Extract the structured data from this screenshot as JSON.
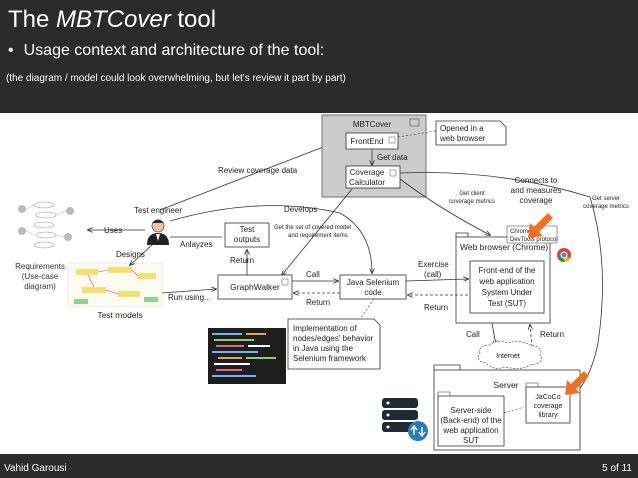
{
  "slide": {
    "title_prefix": "The ",
    "title_italic": "MBTCover",
    "title_suffix": " tool",
    "bullet": "Usage context and architecture of the tool:",
    "subtitle": "(the diagram / model could look overwhelming, but let's review it part by part)",
    "author": "Vahid Garousi",
    "page": "5 of 11"
  },
  "colors": {
    "slide_bg": "#2b2b2b",
    "arrow_orange": "#f07020",
    "mbtcover_fill": "#cccccc"
  },
  "diagram": {
    "mbtcover": "MBTCover",
    "frontend": "FrontEnd",
    "coverage_calc": [
      "Coverage",
      "Calculator"
    ],
    "get_data": "Get data",
    "opened_note": [
      "Opened in a",
      "web browser"
    ],
    "review_coverage": "Review coverage data",
    "test_engineer": "Test engineer",
    "develops": "Develops",
    "uses": "Uses",
    "designs": "Designs",
    "analyzes": "Anlayzes",
    "test_outputs": [
      "Test",
      "outputs"
    ],
    "get_covered": [
      "Get the set of covered model",
      "and requirement items"
    ],
    "requirements": [
      "Requirements",
      "(Use-case",
      "diagram)"
    ],
    "test_models": "Test models",
    "run_using": "Run using...",
    "graphwalker": "GraphWalker",
    "return": "Return",
    "call": "Call",
    "java_selenium": [
      "Java Selenium",
      "code"
    ],
    "exercise": [
      "Exercise",
      "(call)"
    ],
    "get_client": [
      "Get client",
      "coverage metrics"
    ],
    "connects": [
      "Connects to",
      "and measures",
      "coverage"
    ],
    "get_server": [
      "Get server",
      "coverage metrics"
    ],
    "chrome_devtools": [
      "Chrome's",
      "DevTools protocol"
    ],
    "web_browser": "Web browser (Chrome)",
    "frontend_app": [
      "Front-end of the",
      "web application",
      "System Under",
      "Test (SUT)"
    ],
    "impl_note": [
      "Implementation of",
      "nodes/edges' behavior",
      "in Java using the",
      "Selenium framework"
    ],
    "internet": "Internet",
    "server": "Server",
    "backend": [
      "Server-side",
      "(Back-end) of the",
      "web application",
      "SUT"
    ],
    "jacoco": [
      "JaCoCo",
      "coverage",
      "library"
    ]
  }
}
